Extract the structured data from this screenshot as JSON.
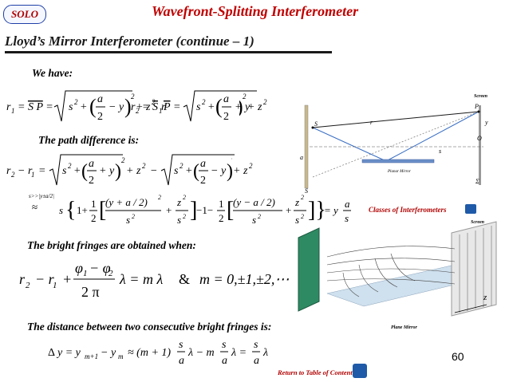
{
  "header": {
    "badge": "SOLO",
    "title": "Wavefront-Splitting Interferometer",
    "subtitle": "Lloyd’s Mirror Interferometer (continue – 1)"
  },
  "labels": {
    "we_have": "We have:",
    "path_difference": "The path difference is:",
    "bright_fringes": "The bright fringes are obtained when:",
    "distance": "The distance between two consecutive bright fringes is:"
  },
  "equations": {
    "r1_lhs": "r",
    "r1_sub": "1",
    "r1_mid": " = S P =",
    "r2_mid": " = S",
    "r2_sub2": "1",
    "r2_p": "P =",
    "cond": "s>>|y±a/2|",
    "approx_result": "= y",
    "fringe_cond": "= m λ  &  m = 0,±1,±2,⋯",
    "distance_eq": "Δ y = y",
    "distance_rest": "≈ (m+1)"
  },
  "diagram_top": {
    "screen_label": "Screen",
    "P": "P",
    "S": "S",
    "r1": "r",
    "O": "O",
    "a": "a",
    "s": "s",
    "y": "y",
    "planar_mirror": "Planar Mirror",
    "S1": "S",
    "sigma_o": "Σ"
  },
  "diagram_bottom": {
    "screen_label": "Screen",
    "plane_mirror": "Plane Mirror",
    "z": "z"
  },
  "links": {
    "classes": "Classes of Interferometers",
    "return": "Return to Table of Content"
  },
  "page_number": "60",
  "colors": {
    "title": "#c00000",
    "badge_border": "#1f3fa8",
    "link": "#b00000",
    "ray": "#3a6fc4"
  }
}
